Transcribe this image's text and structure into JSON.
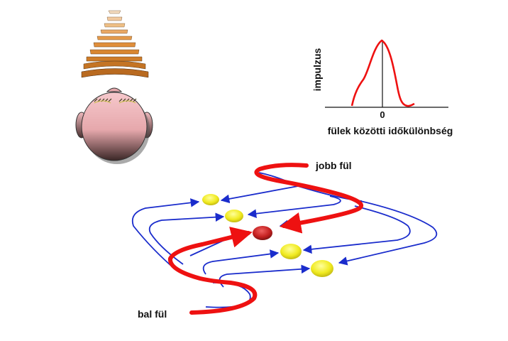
{
  "graph": {
    "ylabel": "impulzus",
    "xlabel": "fülek közötti időkülönbség",
    "zero_tick": "0"
  },
  "labels": {
    "right_ear": "jobb fül",
    "left_ear": "bal fül"
  },
  "colors": {
    "axon_red": "#ee1111",
    "axon_blue": "#1a2ccc",
    "neuron_yellow": "#f2ee2a",
    "neuron_active": "#c42020",
    "head_skin": "#f0b8bc",
    "sound_wave": "#e08a2a"
  }
}
